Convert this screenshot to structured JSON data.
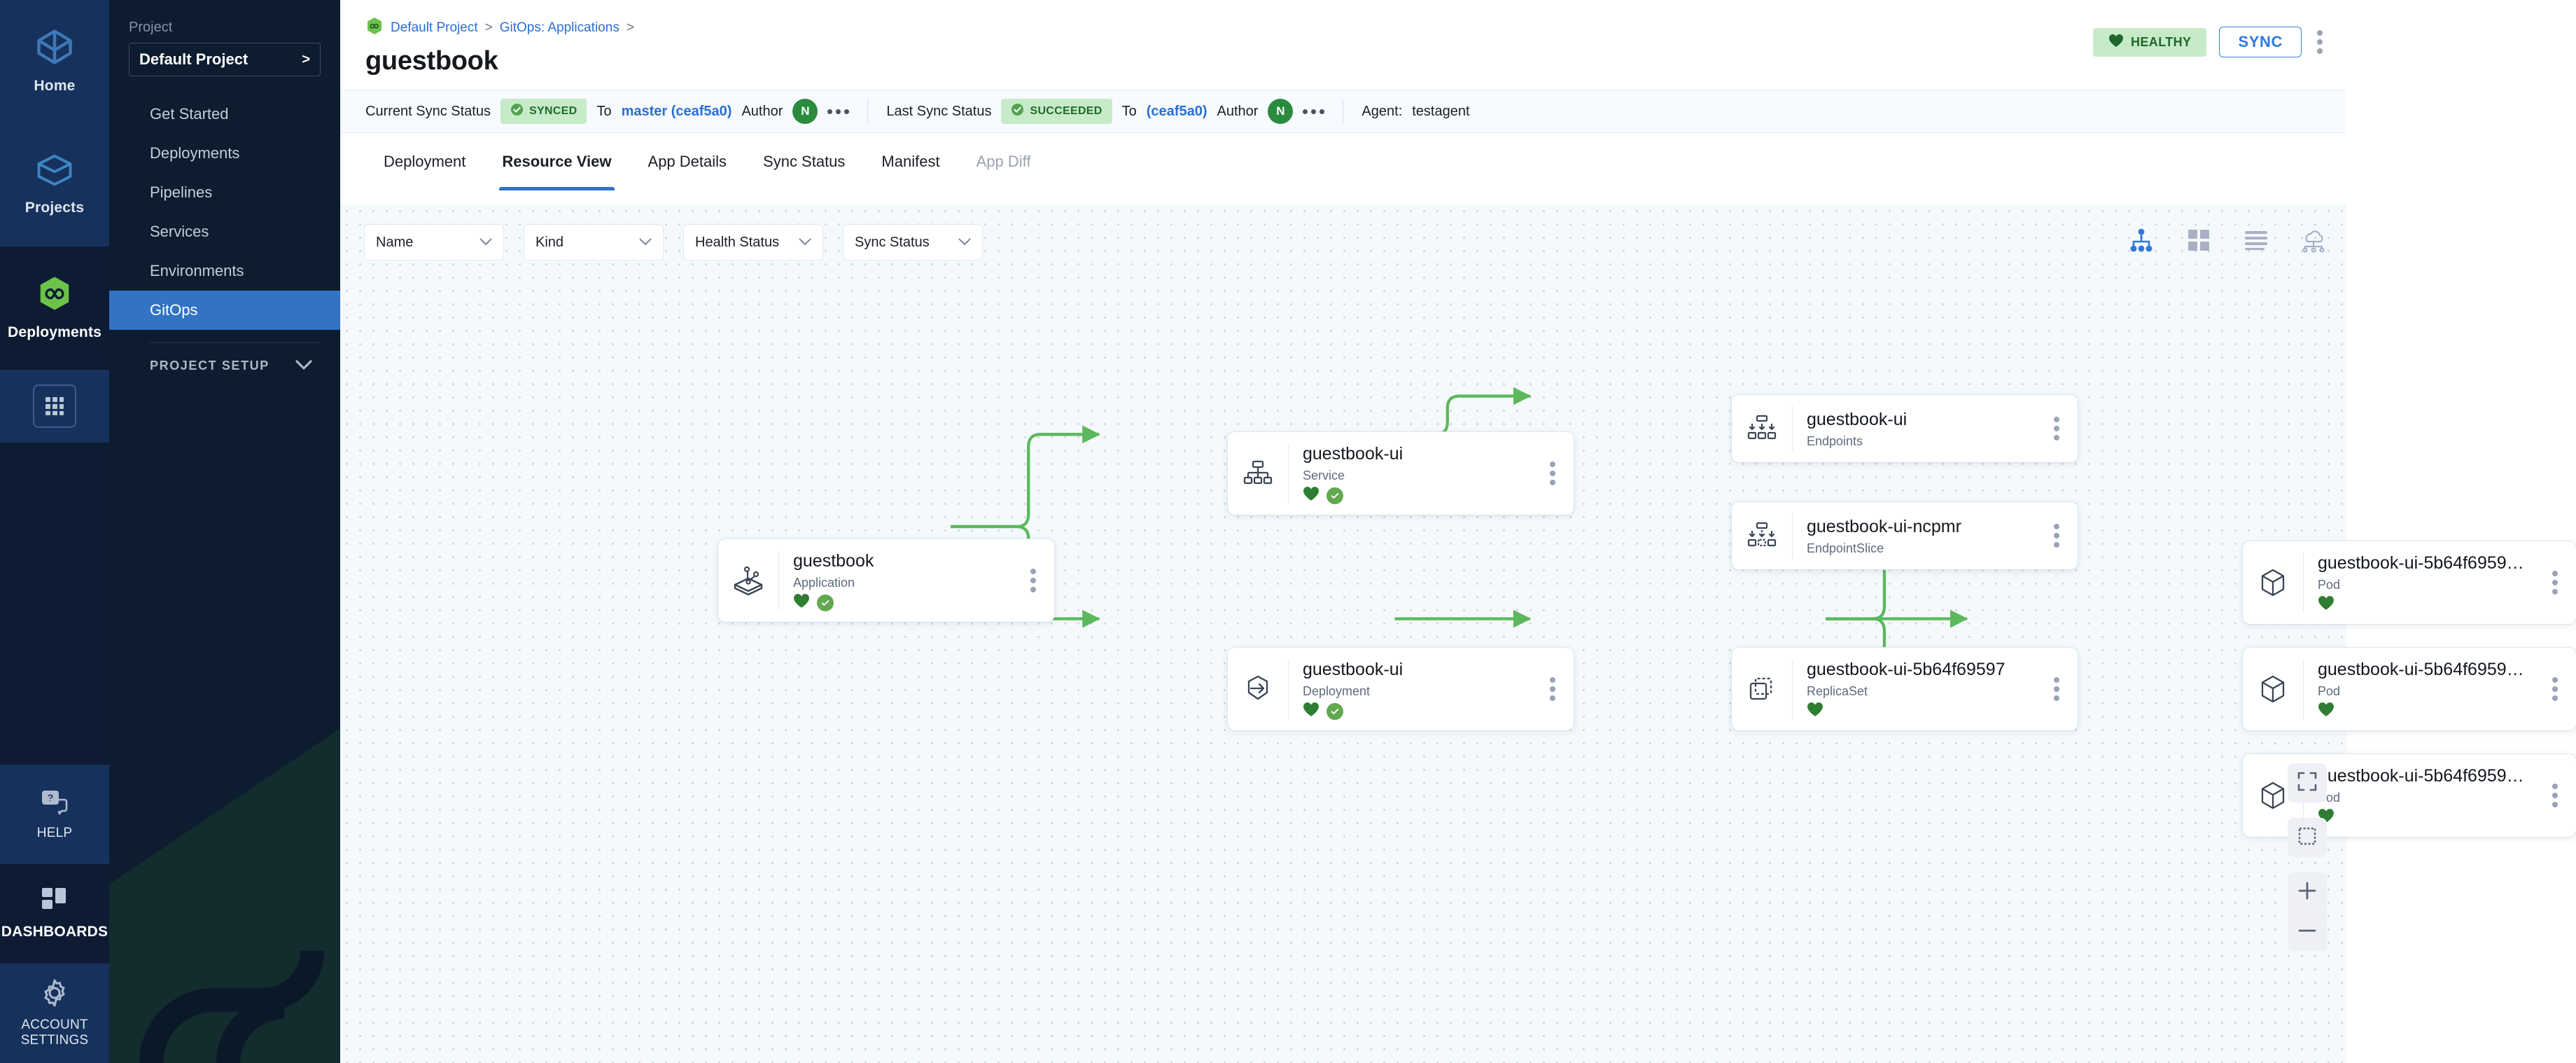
{
  "rail": {
    "items": [
      {
        "label": "Home",
        "icon": "home-icon"
      },
      {
        "label": "Projects",
        "icon": "projects-icon"
      },
      {
        "label": "Deployments",
        "icon": "deployments-icon"
      }
    ],
    "grid_button": "apps-grid-icon",
    "bottom": [
      {
        "label": "HELP",
        "icon": "help-icon"
      },
      {
        "label": "DASHBOARDS",
        "icon": "dashboards-icon"
      },
      {
        "label": "ACCOUNT SETTINGS",
        "icon": "gear-icon"
      }
    ]
  },
  "sidebar": {
    "project_label": "Project",
    "project_name": "Default Project",
    "project_chevron": ">",
    "nav": [
      {
        "label": "Get Started"
      },
      {
        "label": "Deployments"
      },
      {
        "label": "Pipelines"
      },
      {
        "label": "Services"
      },
      {
        "label": "Environments"
      },
      {
        "label": "GitOps"
      }
    ],
    "setup_label": "PROJECT SETUP"
  },
  "header": {
    "breadcrumb": [
      {
        "label": "Default Project"
      },
      {
        "label": "GitOps: Applications"
      }
    ],
    "breadcrumb_sep": ">",
    "title": "guestbook",
    "health_badge": "HEALTHY",
    "sync_button": "SYNC"
  },
  "status": {
    "current_label": "Current Sync Status",
    "current_pill": "SYNCED",
    "current_to_label": "To",
    "current_to_value": "master (ceaf5a0)",
    "current_author_label": "Author",
    "current_author_initial": "N",
    "last_label": "Last Sync Status",
    "last_pill": "SUCCEEDED",
    "last_to_label": "To",
    "last_to_value": "(ceaf5a0)",
    "last_author_label": "Author",
    "last_author_initial": "N",
    "agent_label": "Agent:",
    "agent_value": "testagent"
  },
  "tabs": [
    {
      "label": "Deployment",
      "state": "normal"
    },
    {
      "label": "Resource View",
      "state": "active"
    },
    {
      "label": "App Details",
      "state": "normal"
    },
    {
      "label": "Sync Status",
      "state": "normal"
    },
    {
      "label": "Manifest",
      "state": "normal"
    },
    {
      "label": "App Diff",
      "state": "disabled"
    }
  ],
  "filters": [
    {
      "label": "Name"
    },
    {
      "label": "Kind"
    },
    {
      "label": "Health Status"
    },
    {
      "label": "Sync Status"
    }
  ],
  "view_toggles": [
    {
      "name": "tree-view-icon",
      "active": true
    },
    {
      "name": "grid-view-icon",
      "active": false
    },
    {
      "name": "list-view-icon",
      "active": false
    },
    {
      "name": "network-view-icon",
      "active": false
    }
  ],
  "zoom_controls": [
    {
      "name": "fit-screen-icon"
    },
    {
      "name": "marquee-select-icon"
    },
    {
      "name": "zoom-in-icon"
    },
    {
      "name": "zoom-out-icon"
    }
  ],
  "graph": {
    "nodes": [
      {
        "id": "app",
        "name": "guestbook",
        "kind": "Application",
        "icon": "application-icon",
        "health": true,
        "sync": true
      },
      {
        "id": "svc",
        "name": "guestbook-ui",
        "kind": "Service",
        "icon": "service-icon",
        "health": true,
        "sync": true
      },
      {
        "id": "ep",
        "name": "guestbook-ui",
        "kind": "Endpoints",
        "icon": "endpoints-icon",
        "health": false,
        "sync": false
      },
      {
        "id": "eps",
        "name": "guestbook-ui-ncpmr",
        "kind": "EndpointSlice",
        "icon": "endpointslice-icon",
        "health": false,
        "sync": false
      },
      {
        "id": "dep",
        "name": "guestbook-ui",
        "kind": "Deployment",
        "icon": "deployment-icon",
        "health": true,
        "sync": true
      },
      {
        "id": "rs",
        "name": "guestbook-ui-5b64f69597",
        "kind": "ReplicaSet",
        "icon": "replicaset-icon",
        "health": true,
        "sync": false
      },
      {
        "id": "pod1",
        "name": "guestbook-ui-5b64f6959…",
        "kind": "Pod",
        "icon": "pod-icon",
        "health": true,
        "sync": false
      },
      {
        "id": "pod2",
        "name": "guestbook-ui-5b64f6959…",
        "kind": "Pod",
        "icon": "pod-icon",
        "health": true,
        "sync": false
      },
      {
        "id": "pod3",
        "name": "guestbook-ui-5b64f6959…",
        "kind": "Pod",
        "icon": "pod-icon",
        "health": true,
        "sync": false
      }
    ],
    "edge_color": "#5cb85c"
  },
  "colors": {
    "accent_blue": "#3273c4",
    "link_blue": "#2a6fd1",
    "healthy_green": "#2f7d32",
    "badge_bg": "#c7ebc8",
    "rail_bg": "#0d1c33",
    "sidebar_bg": "#0d1c2e",
    "canvas_bg": "#f4f9fc"
  }
}
